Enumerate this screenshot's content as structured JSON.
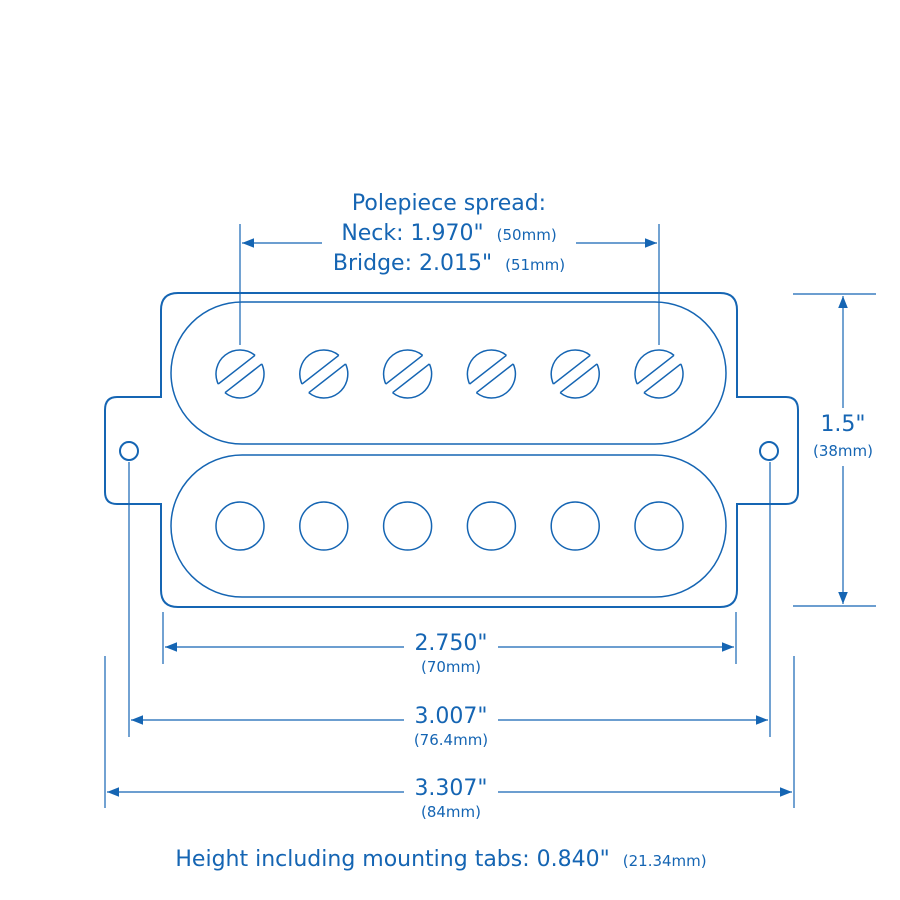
{
  "colors": {
    "line": "#1565b3",
    "text": "#1565b3",
    "background": "#ffffff"
  },
  "polepiece": {
    "title": "Polepiece spread:",
    "neck": "Neck: 1.970\"",
    "neck_mm": "(50mm)",
    "bridge": "Bridge: 2.015\"",
    "bridge_mm": "(51mm)"
  },
  "height_dim": {
    "inches": "1.5\"",
    "mm": "(38mm)"
  },
  "dim_cover": {
    "inches": "2.750\"",
    "mm": "(70mm)"
  },
  "dim_mount": {
    "inches": "3.007\"",
    "mm": "(76.4mm)"
  },
  "dim_overall": {
    "inches": "3.307\"",
    "mm": "(84mm)"
  },
  "footer": {
    "text": "Height including mounting tabs: 0.840\"",
    "mm": "(21.34mm)"
  },
  "pickup": {
    "screw_polepieces": 6,
    "slug_polepieces": 6
  }
}
